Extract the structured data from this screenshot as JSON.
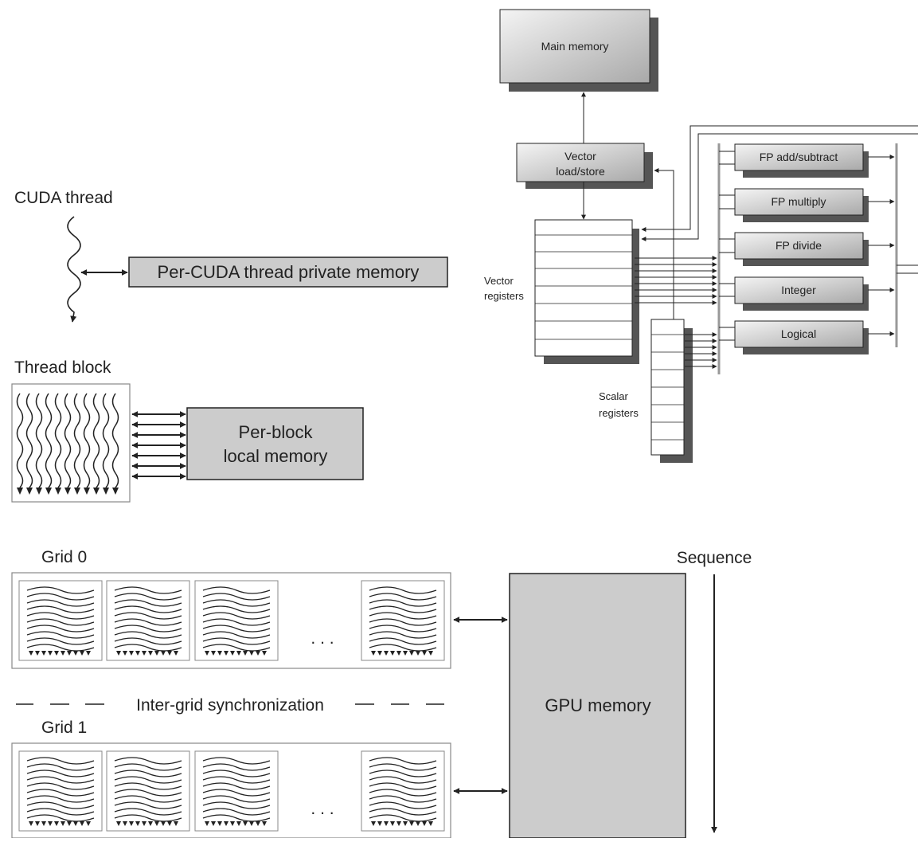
{
  "cuda_thread": {
    "label": "CUDA thread",
    "memory_label": "Per-CUDA thread private memory"
  },
  "thread_block": {
    "label": "Thread block",
    "memory_line1": "Per-block",
    "memory_line2": "local memory"
  },
  "vector_arch": {
    "main_memory": "Main memory",
    "vls_line1": "Vector",
    "vls_line2": "load/store",
    "vreg_line1": "Vector",
    "vreg_line2": "registers",
    "sreg_line1": "Scalar",
    "sreg_line2": "registers",
    "units": [
      "FP add/subtract",
      "FP multiply",
      "FP divide",
      "Integer",
      "Logical"
    ]
  },
  "grids": {
    "grid0": "Grid 0",
    "grid1": "Grid 1",
    "ellipsis": ". . .",
    "sync": "Inter-grid synchronization",
    "gpu_memory": "GPU memory",
    "sequence": "Sequence"
  },
  "colors": {
    "box_fill": "#cccccc",
    "shadow": "#555555",
    "line": "#222222"
  }
}
